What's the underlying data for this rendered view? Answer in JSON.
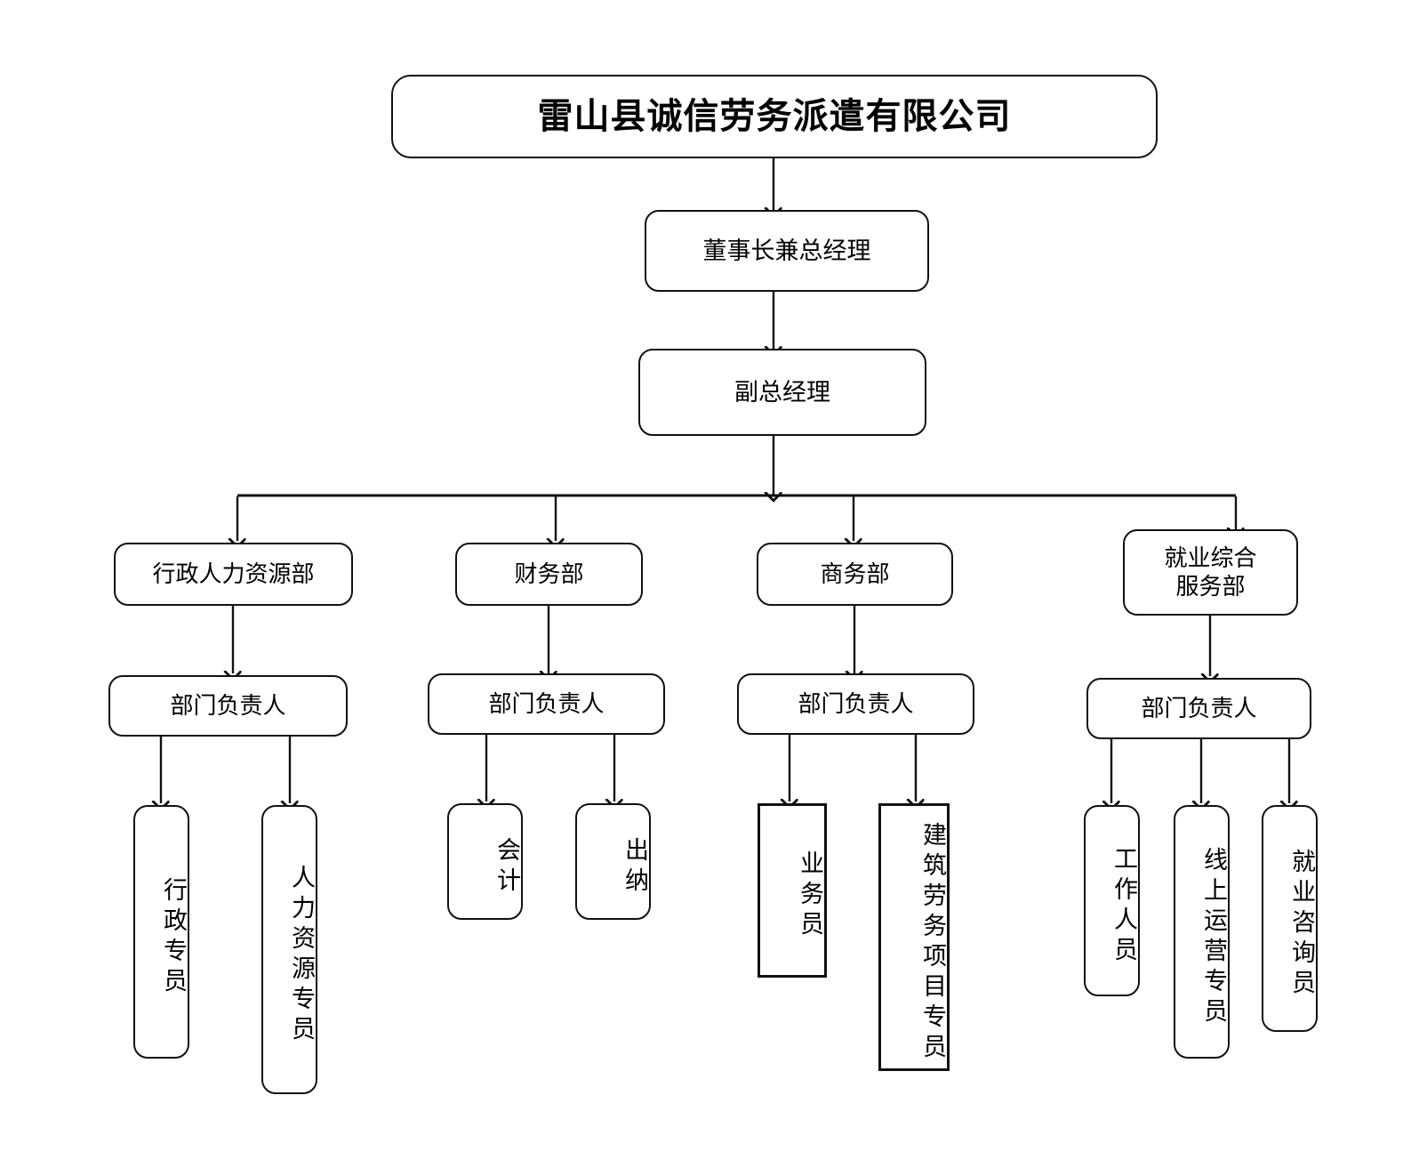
{
  "chart_data": {
    "type": "diagram",
    "title": "雷山县诚信劳务派遣有限公司",
    "subtype": "organization-chart"
  },
  "company": {
    "name": "雷山县诚信劳务派遣有限公司"
  },
  "executives": {
    "chairman": "董事长兼总经理",
    "deputy": "副总经理"
  },
  "departments": [
    {
      "name": "行政人力资源部",
      "head": "部门负责人",
      "staff": [
        "行政专员",
        "人力资源专员"
      ]
    },
    {
      "name": "财务部",
      "head": "部门负责人",
      "staff": [
        "会计",
        "出纳"
      ]
    },
    {
      "name": "商务部",
      "head": "部门负责人",
      "staff": [
        "业务员",
        "建筑劳务项目专员"
      ]
    },
    {
      "name": "就业综合服务部",
      "name_line1": "就业综合",
      "name_line2": "服务部",
      "head": "部门负责人",
      "staff": [
        "工作人员",
        "线上运营专员",
        "就业咨询员"
      ]
    }
  ],
  "colors": {
    "border": "#111111",
    "background": "#ffffff",
    "text": "#000000"
  }
}
